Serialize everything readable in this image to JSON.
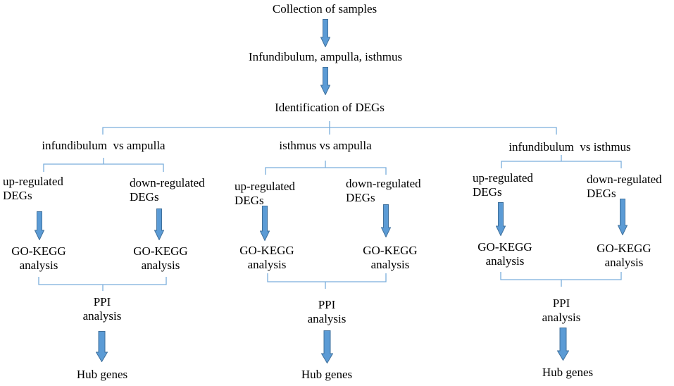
{
  "colors": {
    "arrow_fill": "#5b9bd5",
    "arrow_stroke": "#41719c",
    "bracket": "#7aaedc",
    "text": "#000000"
  },
  "top": {
    "collection": "Collection of samples",
    "tissues": "Infundibulum, ampulla, isthmus",
    "identification": "Identification of DEGs"
  },
  "branches": [
    {
      "comparison": "infundibulum  vs ampulla",
      "up": [
        "up-regulated",
        "DEGs"
      ],
      "down": [
        "down-regulated",
        "DEGs"
      ],
      "up_analysis": [
        "GO-KEGG",
        "analysis"
      ],
      "down_analysis": [
        "GO-KEGG",
        "analysis"
      ],
      "ppi": [
        "PPI",
        "analysis"
      ],
      "hub": "Hub genes"
    },
    {
      "comparison": "isthmus vs ampulla",
      "up": [
        "up-regulated",
        "DEGs"
      ],
      "down": [
        "down-regulated",
        "DEGs"
      ],
      "up_analysis": [
        "GO-KEGG",
        "analysis"
      ],
      "down_analysis": [
        "GO-KEGG",
        "analysis"
      ],
      "ppi": [
        "PPI",
        "analysis"
      ],
      "hub": "Hub genes"
    },
    {
      "comparison": "infundibulum  vs isthmus",
      "up": [
        "up-regulated",
        "DEGs"
      ],
      "down": [
        "down-regulated",
        "DEGs"
      ],
      "up_analysis": [
        "GO-KEGG",
        "analysis"
      ],
      "down_analysis": [
        "GO-KEGG",
        "analysis"
      ],
      "ppi": [
        "PPI",
        "analysis"
      ],
      "hub": "Hub genes"
    }
  ]
}
